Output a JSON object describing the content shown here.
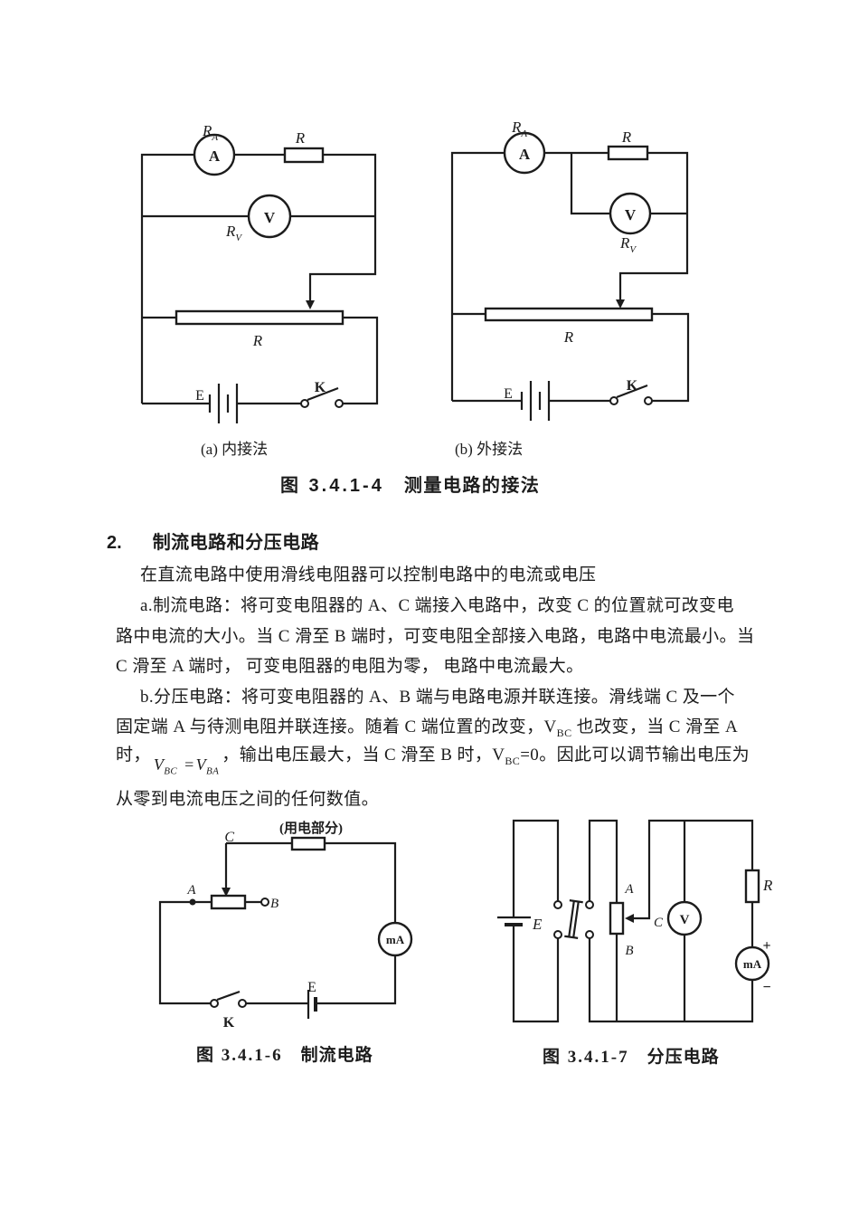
{
  "page": {
    "background": "#ffffff",
    "ink": "#1c1c1c"
  },
  "figure4": {
    "caption_num": "图 3.4.1-4",
    "caption_title": "测量电路的接法",
    "a": {
      "ra_base": "R",
      "ra_sub": "A",
      "ammeter": "A",
      "r_top": "R",
      "voltmeter": "V",
      "rv_base": "R",
      "rv_sub": "V",
      "rheostat_r": "R",
      "battery_e": "E",
      "switch_k": "K",
      "caption": "(a) 内接法"
    },
    "b": {
      "ra_base": "R",
      "ra_sub": "A",
      "ammeter": "A",
      "r_top": "R",
      "voltmeter": "V",
      "rv_base": "R",
      "rv_sub": "V",
      "rheostat_r": "R",
      "battery_e": "E",
      "switch_k": "K",
      "caption": "(b) 外接法"
    }
  },
  "section": {
    "number": "2.",
    "title": "制流电路和分压电路",
    "l1": "在直流电路中使用滑线电阻器可以控制电路中的电流或电压",
    "l2": "a.制流电路：将可变电阻器的 A、C 端接入电路中，改变 C 的位置就可改变电",
    "l3": "路中电流的大小。当 C 滑至 B 端时，可变电阻全部接入电路，电路中电流最小。当",
    "l4": "C 滑至 A 端时， 可变电阻器的电阻为零， 电路中电流最大。",
    "l5": "b.分压电路：将可变电阻器的 A、B 端与电路电源并联连接。滑线端 C 及一个",
    "l6a": "固定端 A 与待测电阻并联连接。随着 C 端位置的改变，V",
    "l6sub": "BC",
    "l6b": " 也改变，当 C 滑至 A",
    "l7a": "时，",
    "formula": {
      "v1": "V",
      "s1": "BC",
      "eq": "=",
      "v2": "V",
      "s2": "BA"
    },
    "l7b": "，输出电压最大，当 C 滑至 B 时，V",
    "l7sub": "BC",
    "l7c": "=0。因此可以调节输出电压为",
    "l8": "从零到电流电压之间的任何数值。"
  },
  "figure6": {
    "load": "(用电部分)",
    "c": "C",
    "a": "A",
    "b": "B",
    "meter": "mA",
    "battery_e": "E",
    "switch_k": "K",
    "caption_num": "图 3.4.1-6",
    "caption_title": "制流电路"
  },
  "figure7": {
    "battery_e": "E",
    "a": "A",
    "b": "B",
    "c": "C",
    "voltmeter": "V",
    "r": "R",
    "meter": "mA",
    "plus": "+",
    "minus": "−",
    "caption_num": "图 3.4.1-7",
    "caption_title": "分压电路"
  }
}
